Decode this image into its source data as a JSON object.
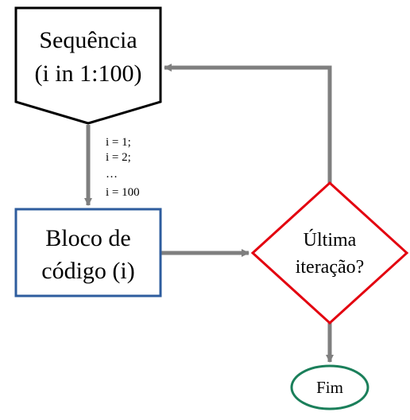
{
  "nodes": {
    "sequence": {
      "line1": "Sequência",
      "line2": "(i in 1:100)"
    },
    "code_block": {
      "line1": "Bloco de",
      "line2": "código (i)"
    },
    "decision": {
      "line1": "Última",
      "line2": "iteração?"
    },
    "end": {
      "label": "Fim"
    }
  },
  "annotations": {
    "iterations": [
      "i = 1;",
      "i = 2;",
      "…",
      "i = 100"
    ]
  },
  "colors": {
    "sequence_border": "#000000",
    "code_block_border": "#2e5c9e",
    "decision_border": "#e3000f",
    "end_border": "#1a7f5a",
    "arrow": "#7f7f7f"
  }
}
